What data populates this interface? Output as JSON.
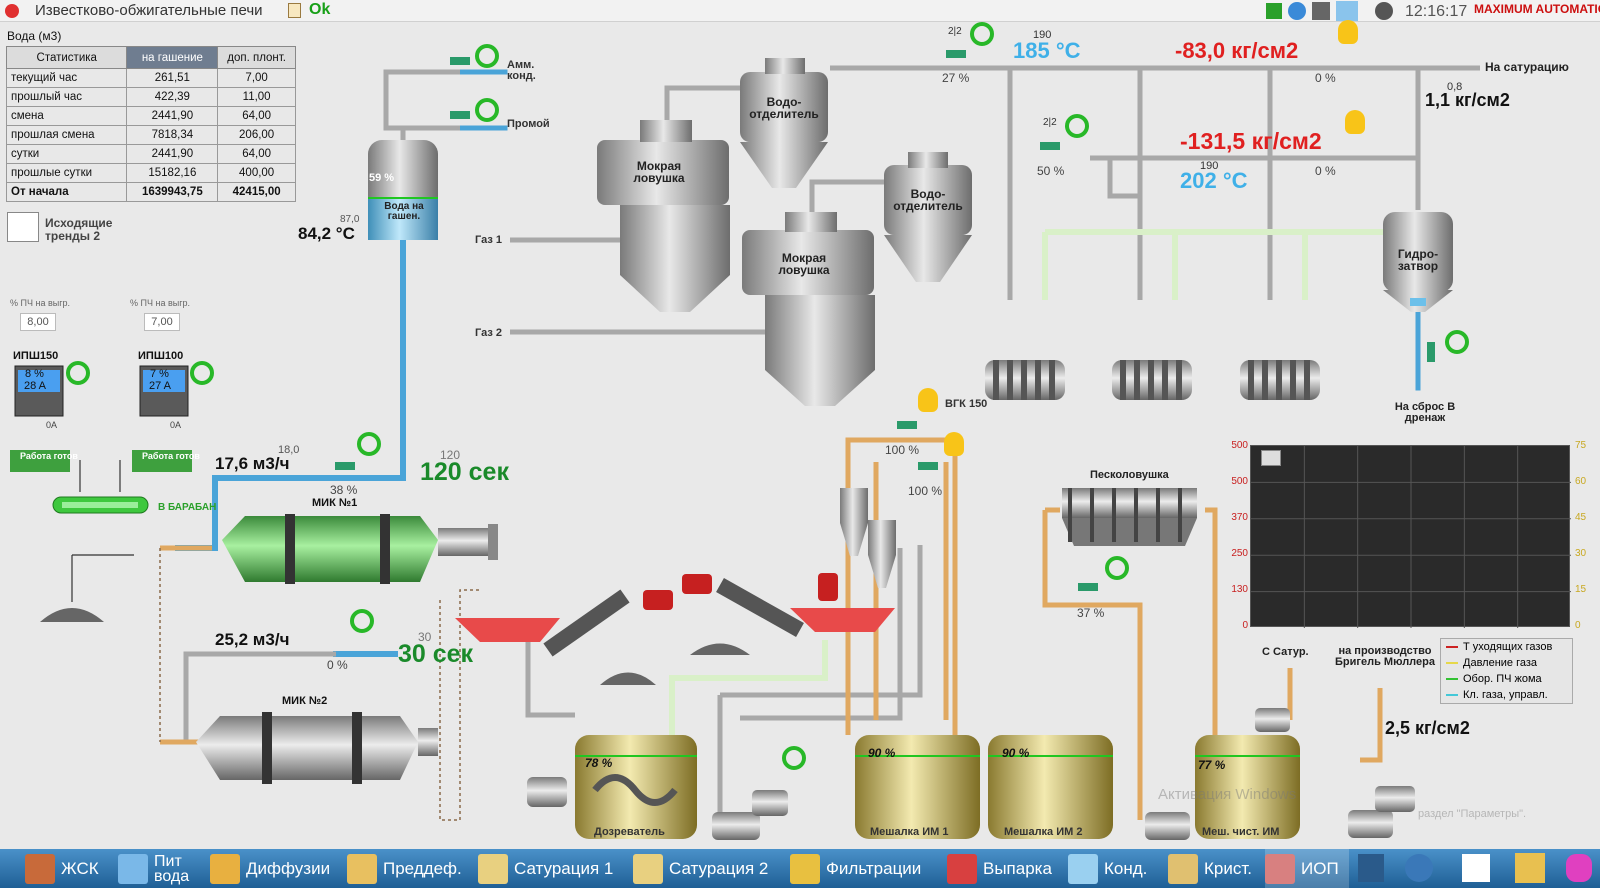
{
  "title": "Известково-обжигательные печи",
  "status": "Ok",
  "clock": "12:16:17",
  "brand": "MAXIMUM AUTOMATION",
  "water_caption": "Вода (м3)",
  "stats": {
    "headers": [
      "Статистика",
      "на гашение",
      "доп. плонт."
    ],
    "rows": [
      [
        "текущий час",
        "261,51",
        "7,00"
      ],
      [
        "прошлый час",
        "422,39",
        "11,00"
      ],
      [
        "смена",
        "2441,90",
        "64,00"
      ],
      [
        "прошлая смена",
        "7818,34",
        "206,00"
      ],
      [
        "сутки",
        "2441,90",
        "64,00"
      ],
      [
        "прошлые сутки",
        "15182,16",
        "400,00"
      ],
      [
        "От начала",
        "1639943,75",
        "42415,00"
      ]
    ]
  },
  "trend_button": "Исходящие тренды 2",
  "labels": {
    "amm": "Амм. конд.",
    "promoi": "Промой",
    "gas1": "Газ 1",
    "gas2": "Газ 2",
    "tank_water": "Вода на гашен.",
    "tank_pct": "59 %",
    "temp_water": "84,2 °C",
    "temp_water_sp": "87,0",
    "wet_trap1": "Мокрая ловушка",
    "wet_trap2": "Мокрая ловушка",
    "sep1": "Водо- отделитель",
    "sep2": "Водо- отделитель",
    "valve_22a": "2|2",
    "valve_22a_pct": "27 %",
    "temp1": "185 °C",
    "temp1_sp": "190",
    "pres1": "-83,0 кг/см2",
    "pres1_valve": "0 %",
    "to_sat": "На сатурацию",
    "pres2": "1,1 кг/см2",
    "pres2_sp": "0,8",
    "valve_22b": "2|2",
    "valve_22b_pct": "50 %",
    "pres3": "-131,5 кг/см2",
    "pres3_valve": "0 %",
    "temp2": "202 °C",
    "temp2_sp": "190",
    "hydro": "Гидро- затвор",
    "drain": "На сброс В дренаж",
    "pch1_cap": "% ПЧ на выгр.",
    "pch1_val": "8,00",
    "pch2_cap": "% ПЧ на выгр.",
    "pch2_val": "7,00",
    "ipsh150": "ИПШ150",
    "ipsh150_pct": "8 %",
    "ipsh150_amp": "28 A",
    "ipsh150_zero": "0A",
    "ipsh100": "ИПШ100",
    "ipsh100_pct": "7 %",
    "ipsh100_amp": "27 A",
    "ipsh100_zero": "0A",
    "work_ready1": "Работа готов",
    "work_ready2": "Работа готов",
    "to_drum": "В БАРАБАН",
    "flow1": "17,6 м3/ч",
    "flow1_sp": "18,0",
    "flow1_valve": "38 %",
    "timer1": "120 сек",
    "timer1_sp": "120",
    "mik1": "МИК №1",
    "flow2": "25,2 м3/ч",
    "flow2_valve": "0 %",
    "timer2": "30 сек",
    "timer2_sp": "30",
    "mik2": "МИК №2",
    "vgk": "ВГК 150",
    "vgk_pct1": "100 %",
    "vgk_pct2": "100 %",
    "sand": "Песколовушка",
    "sand_valve": "37 %",
    "from_sat": "С Сатур.",
    "to_prod": "на производство Бригель Мюллера",
    "pres4": "2,5 кг/см2",
    "doz": "Дозреватель",
    "doz_pct": "78 %",
    "mix1": "Мешалка ИМ 1",
    "mix1_pct": "90 %",
    "mix2": "Мешалка ИМ 2",
    "mix2_pct": "90 %",
    "mix_clean": "Меш. чист. ИМ",
    "mix_clean_pct": "77 %",
    "watermark": "Активация Windows",
    "watermark2": "раздел \"Параметры\"."
  },
  "chart_data": {
    "type": "line",
    "title": "",
    "y_left_ticks": [
      "500",
      "500",
      "370",
      "250",
      "130",
      "0"
    ],
    "y_right_ticks": [
      "75",
      "60",
      "45",
      "30",
      "15",
      "0"
    ],
    "series": [
      {
        "name": "Т уходящих газов",
        "values": []
      },
      {
        "name": "Давление газа",
        "values": []
      },
      {
        "name": "Обор. ПЧ жома",
        "values": []
      },
      {
        "name": "Кл. газа, управл.",
        "values": []
      }
    ],
    "colors": [
      "#cc2222",
      "#e6d84a",
      "#33c233",
      "#44c8d8"
    ],
    "grid": true
  },
  "taskbar": [
    "ЖСК",
    "Пит вода",
    "Диффузии",
    "Преддеф.",
    "Сатурация 1",
    "Сатурация 2",
    "Фильтрации",
    "Выпарка",
    "Конд.",
    "Крист.",
    "ИОП"
  ]
}
